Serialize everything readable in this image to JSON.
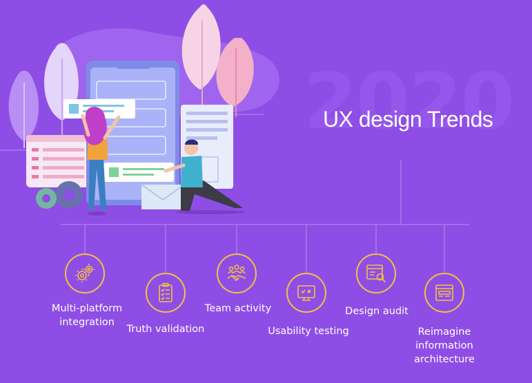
{
  "watermark": "2020",
  "title": "UX design Trends",
  "colors": {
    "background": "#8e4ee6",
    "accent": "#f5c23d",
    "line": "#b98af2"
  },
  "trends": [
    {
      "label": "Multi-platform integration",
      "icon": "gears-icon"
    },
    {
      "label": "Truth validation",
      "icon": "clipboard-checklist-icon"
    },
    {
      "label": "Team activity",
      "icon": "team-handshake-icon"
    },
    {
      "label": "Usability testing",
      "icon": "monitor-test-icon"
    },
    {
      "label": "Design audit",
      "icon": "browser-magnifier-icon"
    },
    {
      "label": "Reimagine information architecture",
      "icon": "browser-layout-icon"
    }
  ]
}
